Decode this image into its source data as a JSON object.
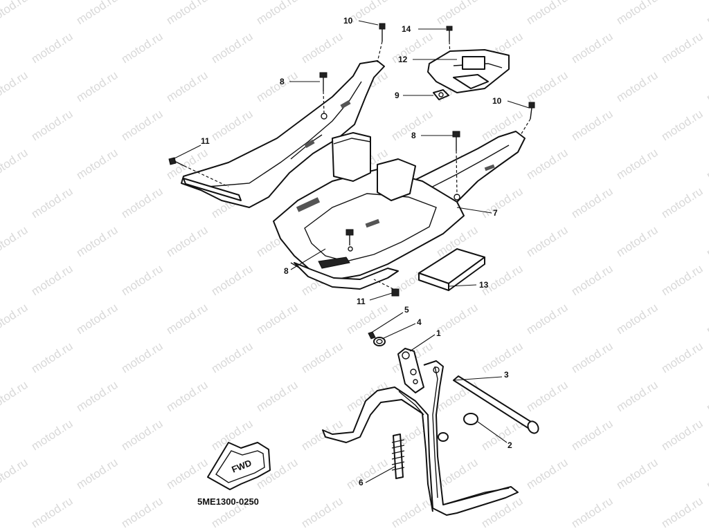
{
  "watermark": {
    "text": "motod.ru"
  },
  "diagram_code": "5ME1300-0250",
  "fwd_label": "FWD",
  "callouts": [
    {
      "id": "c10a",
      "label": "10"
    },
    {
      "id": "c14",
      "label": "14"
    },
    {
      "id": "c12",
      "label": "12"
    },
    {
      "id": "c8a",
      "label": "8"
    },
    {
      "id": "c9",
      "label": "9"
    },
    {
      "id": "c10b",
      "label": "10"
    },
    {
      "id": "c11a",
      "label": "11"
    },
    {
      "id": "c8b",
      "label": "8"
    },
    {
      "id": "c7",
      "label": "7"
    },
    {
      "id": "c8c",
      "label": "8"
    },
    {
      "id": "c13",
      "label": "13"
    },
    {
      "id": "c11b",
      "label": "11"
    },
    {
      "id": "c5",
      "label": "5"
    },
    {
      "id": "c4",
      "label": "4"
    },
    {
      "id": "c1",
      "label": "1"
    },
    {
      "id": "c3",
      "label": "3"
    },
    {
      "id": "c2",
      "label": "2"
    },
    {
      "id": "c6",
      "label": "6"
    }
  ]
}
